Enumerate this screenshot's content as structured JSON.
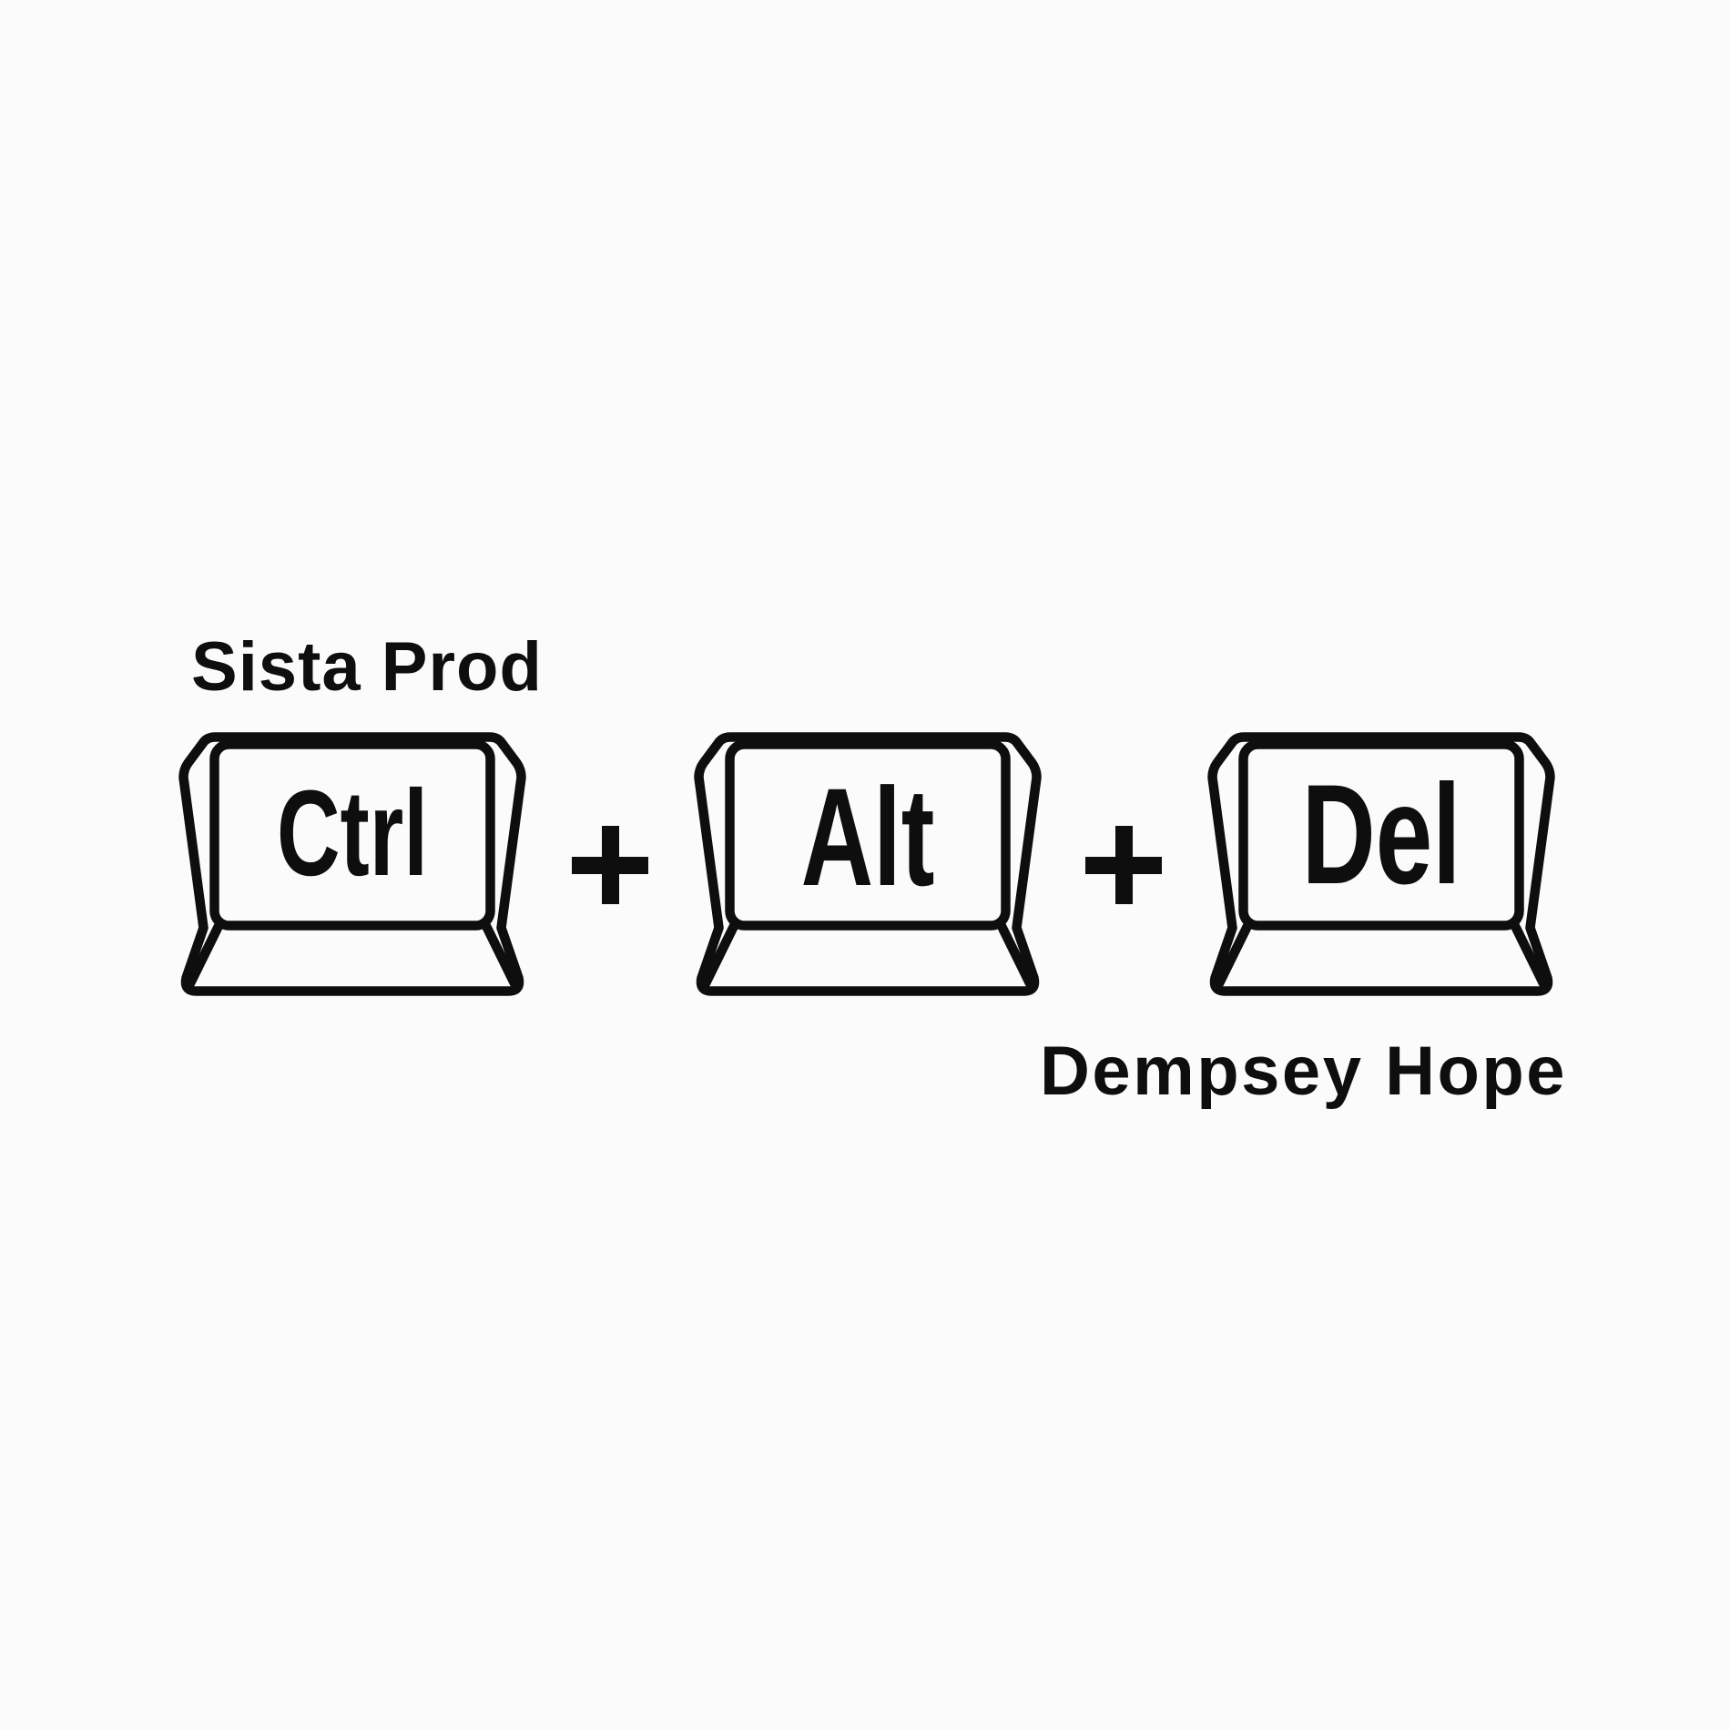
{
  "artwork": {
    "background_color": "#fbfbfb",
    "ink_color": "#0e0e0e",
    "producer_credit": "Sista Prod",
    "artist_credit": "Dempsey Hope",
    "separator": "+",
    "keys": [
      {
        "id": "ctrl",
        "label": "Ctrl"
      },
      {
        "id": "alt",
        "label": "Alt"
      },
      {
        "id": "del",
        "label": "Del"
      }
    ]
  }
}
